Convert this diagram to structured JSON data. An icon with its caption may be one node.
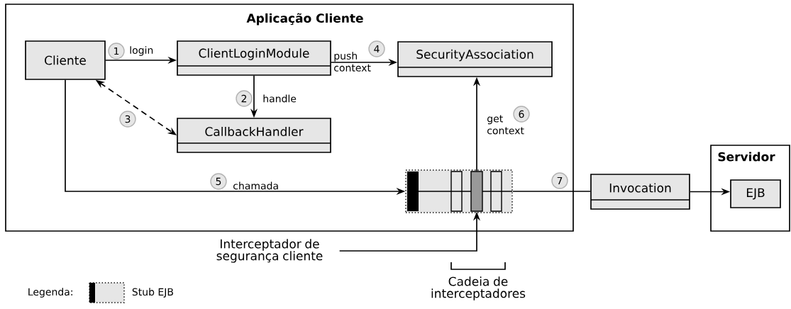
{
  "diagram": {
    "nodes": [
      {
        "text": [
          "Aplicação Cliente"
        ]
      },
      {
        "text": [
          "Cliente"
        ],
        "in": 0
      },
      {
        "text": [
          "ClientLoginModule"
        ],
        "in": 0
      },
      {
        "text": [
          "SecurityAssociation"
        ],
        "in": 0
      },
      {
        "text": [
          "CallbackHandler"
        ],
        "in": 0
      },
      {
        "text": [],
        "shape": "box",
        "in": 0
      },
      {
        "text": [],
        "shape": "bar",
        "in": 5
      },
      {
        "text": [
          "Servidor"
        ]
      },
      {
        "text": [
          "Invocation"
        ]
      },
      {
        "text": [
          "EJB"
        ],
        "in": 7
      },
      {
        "text": [
          "Interceptador de segurança cliente"
        ]
      }
    ],
    "edges": [
      {
        "from": 1,
        "to": 2,
        "arrow": "to",
        "label": "login"
      },
      {
        "from": 2,
        "to": 3,
        "arrow": "to",
        "label": "push context"
      },
      {
        "from": 2,
        "to": 4,
        "arrow": "to",
        "label": "handle"
      },
      {
        "from": 1,
        "to": 4,
        "arrow": "both",
        "style": "dashed"
      },
      {
        "from": 1,
        "to": 5,
        "arrow": "to",
        "label": "chamada"
      },
      {
        "from": 6,
        "to": 3,
        "arrow": "to",
        "label": "get context"
      },
      {
        "from": 5,
        "to": 8,
        "arrow": "none"
      },
      {
        "from": 8,
        "to": 9,
        "arrow": "to"
      },
      {
        "from": 10,
        "to": 6,
        "arrow": "to"
      }
    ],
    "labels": [
      "1",
      "2",
      "3",
      "4",
      "5",
      "6",
      "7",
      "Cadeia de interceptadores",
      "Legenda:"
    ],
    "legend": [
      {
        "text": "Stub EJB"
      }
    ]
  }
}
